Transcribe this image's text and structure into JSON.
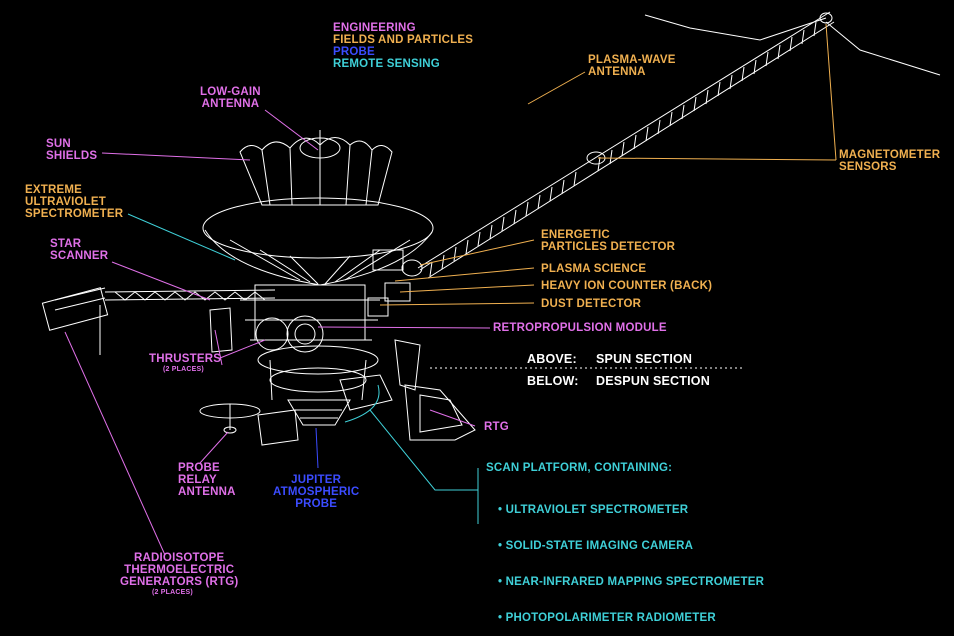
{
  "legend": {
    "engineering": "ENGINEERING",
    "fields_particles": "FIELDS AND PARTICLES",
    "probe": "PROBE",
    "remote_sensing": "REMOTE SENSING"
  },
  "colors": {
    "engineering": "#e070e8",
    "fields_particles": "#f0b050",
    "probe": "#3b4cff",
    "remote_sensing": "#3fd0d8"
  },
  "labels": {
    "low_gain_antenna": "LOW-GAIN\nANTENNA",
    "sun_shields": "SUN\nSHIELDS",
    "euv_spectrometer": "EXTREME\nULTRAVIOLET\nSPECTROMETER",
    "star_scanner": "STAR\nSCANNER",
    "thrusters": "THRUSTERS",
    "thrusters_note": "(2 PLACES)",
    "probe_relay_antenna": "PROBE\nRELAY\nANTENNA",
    "jupiter_probe": "JUPITER\nATMOSPHERIC\nPROBE",
    "rtg_generators": "RADIOISOTOPE\nTHERMOELECTRIC\nGENERATORS (RTG)",
    "rtg_generators_note": "(2 PLACES)",
    "plasma_wave_antenna": "PLASMA-WAVE\nANTENNA",
    "magnetometer_sensors": "MAGNETOMETER\nSENSORS",
    "energetic_particles": "ENERGETIC\nPARTICLES DETECTOR",
    "plasma_science": "PLASMA SCIENCE",
    "heavy_ion_counter": "HEAVY ION COUNTER (BACK)",
    "dust_detector": "DUST DETECTOR",
    "retropropulsion": "RETROPROPULSION MODULE",
    "rtg": "RTG"
  },
  "sections": {
    "above_label": "ABOVE:",
    "above_value": "SPUN SECTION",
    "below_label": "BELOW:",
    "below_value": "DESPUN SECTION"
  },
  "scan_platform": {
    "title": "SCAN PLATFORM, CONTAINING:",
    "items": [
      "ULTRAVIOLET SPECTROMETER",
      "SOLID-STATE IMAGING CAMERA",
      "NEAR-INFRARED MAPPING SPECTROMETER",
      "PHOTOPOLARIMETER RADIOMETER"
    ]
  }
}
